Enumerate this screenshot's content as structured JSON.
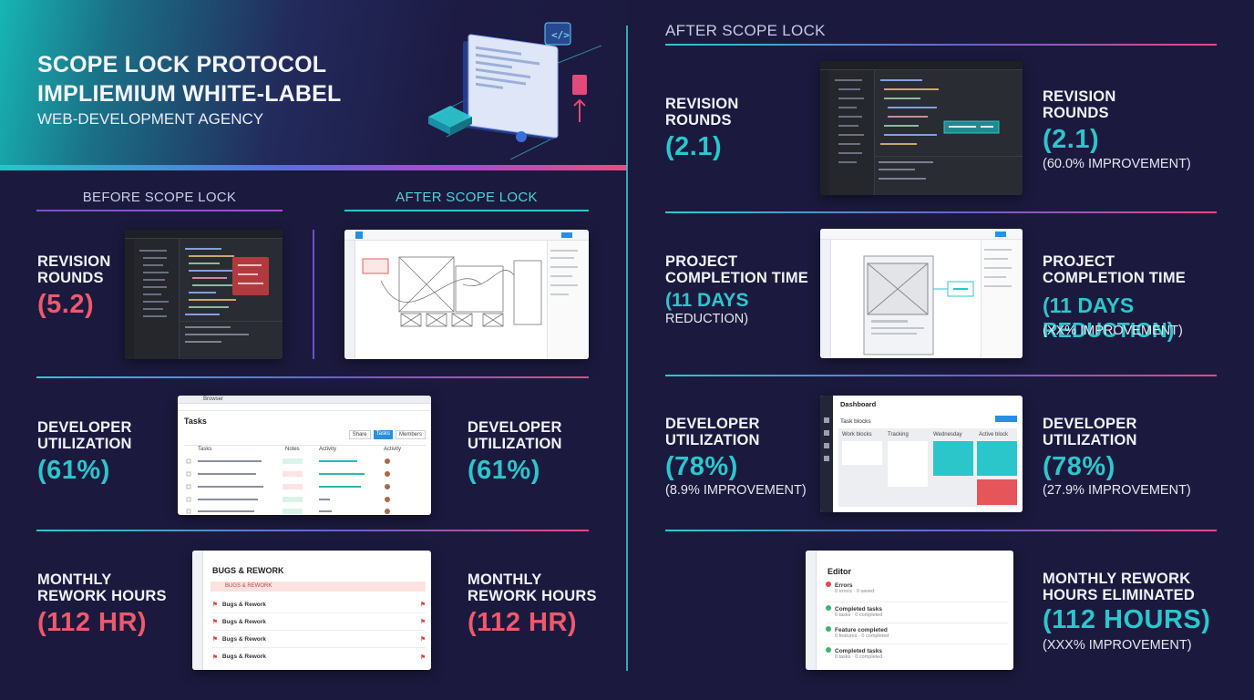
{
  "header": {
    "title_line1": "SCOPE LOCK PROTOCOL",
    "title_line2": "IMPLIEMIUM WHITE-LABEL",
    "subtitle": "WEB-DEVELOPMENT AGENCY"
  },
  "left_panel": {
    "before_heading": "BEFORE SCOPE LOCK",
    "after_heading": "AFTER SCOPE LOCK",
    "rows": [
      {
        "label_line1": "REVISION",
        "label_line2": "ROUNDS",
        "value": "(5.2)"
      },
      {
        "label_line1": "DEVELOPER",
        "label_line2": "UTILIZATION",
        "value": "(61%)",
        "right_label_line1": "DEVELOPER",
        "right_label_line2": "UTILIZATION",
        "right_value": "(61%)"
      },
      {
        "label_line1": "MONTHLY",
        "label_line2": "REWORK HOURS",
        "value": "(112 HR)",
        "right_label_line1": "MONTHLY",
        "right_label_line2": "REWORK HOURS",
        "right_value": "(112 HR)"
      }
    ],
    "tasks_shot": {
      "title": "Tasks",
      "tab": "Browser",
      "col_headers": [
        "Tasks",
        "Notes",
        "Activity",
        "Activity"
      ],
      "buttons": [
        "Share",
        "Tasks",
        "Members"
      ]
    },
    "bugs_shot": {
      "title": "BUGS & REWORK",
      "banner": "BUGS & REWORK",
      "items": [
        "Bugs & Rework",
        "Bugs & Rework",
        "Bugs & Rework",
        "Bugs & Rework"
      ]
    }
  },
  "right_panel": {
    "heading": "AFTER SCOPE LOCK",
    "rows": [
      {
        "label_line1": "REVISION",
        "label_line2": "ROUNDS",
        "value": "(2.1)",
        "right_label_line1": "REVISION",
        "right_label_line2": "ROUNDS",
        "right_value": "(2.1)",
        "right_note": "(60.0% IMPROVEMENT)"
      },
      {
        "label_line1": "PROJECT",
        "label_line2": "COMPLETION TIME",
        "value": "(11 DAYS",
        "note": "REDUCTION)",
        "right_label_line1": "PROJECT",
        "right_label_line2": "COMPLETION TIME",
        "right_value": "(11 DAYS REDUCTION)",
        "right_note": "(XX% IMPROVEMENT)"
      },
      {
        "label_line1": "DEVELOPER",
        "label_line2": "UTILIZATION",
        "value": "(78%)",
        "note": "(8.9% IMPROVEMENT)",
        "right_label_line1": "DEVELOPER",
        "right_label_line2": "UTILIZATION",
        "right_value": "(78%)",
        "right_note": "(27.9% IMPROVEMENT)"
      },
      {
        "right_label_line1": "MONTHLY REWORK",
        "right_label_line2": "HOURS ELIMINATED",
        "right_value": "(112 HOURS)",
        "right_note": "(XXX% IMPROVEMENT)"
      }
    ],
    "dashboard_shot": {
      "title": "Dashboard",
      "board_title": "Task blocks",
      "columns": [
        "Work blocks",
        "Tracking",
        "Wednesday",
        "Active block"
      ]
    },
    "editor_shot": {
      "title": "Editor",
      "items": [
        {
          "title": "Errors",
          "sub": "0 errors  ·  0 saved"
        },
        {
          "title": "Completed tasks",
          "sub": "0 tasks  ·  0 completed"
        },
        {
          "title": "Feature completed",
          "sub": "0 features  ·  0 completed"
        },
        {
          "title": "Completed tasks",
          "sub": "0 tasks  ·  0 completed"
        }
      ]
    }
  },
  "colors": {
    "background": "#1b1a3e",
    "accent_teal": "#2cc6cc",
    "accent_red": "#ee5a6c",
    "accent_purple": "#9b4fd0"
  }
}
